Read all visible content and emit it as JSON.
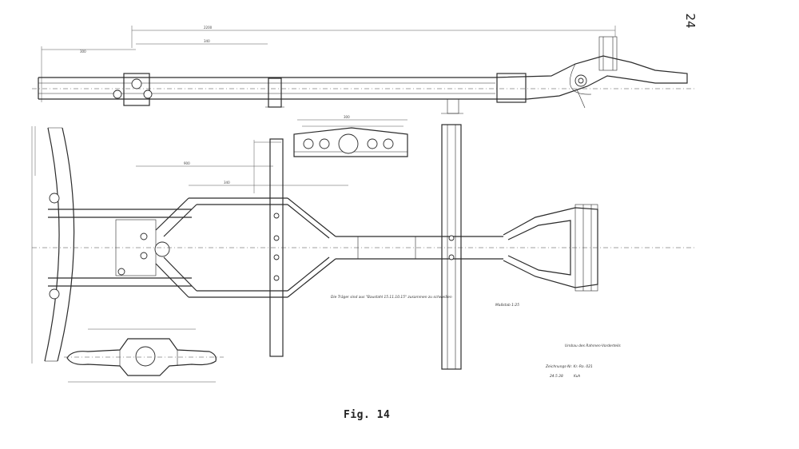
{
  "page": {
    "number": "24",
    "caption": "Fig. 14"
  },
  "drawing": {
    "notes": {
      "material": "Die Träger sind aus \"Baustahl 15.11.10.15\" zusammen zu schweißen",
      "scale": "Maßstab 1:25",
      "title": "Umbau des Rahmen-Vorderteils",
      "drawing_number": "Zeichnungs-Nr. Kr.-Ro. 021",
      "date": "24.5.38",
      "signature": "Kuh"
    },
    "dimensions": [
      "300",
      "340",
      "2200",
      "340",
      "300",
      "900"
    ]
  }
}
